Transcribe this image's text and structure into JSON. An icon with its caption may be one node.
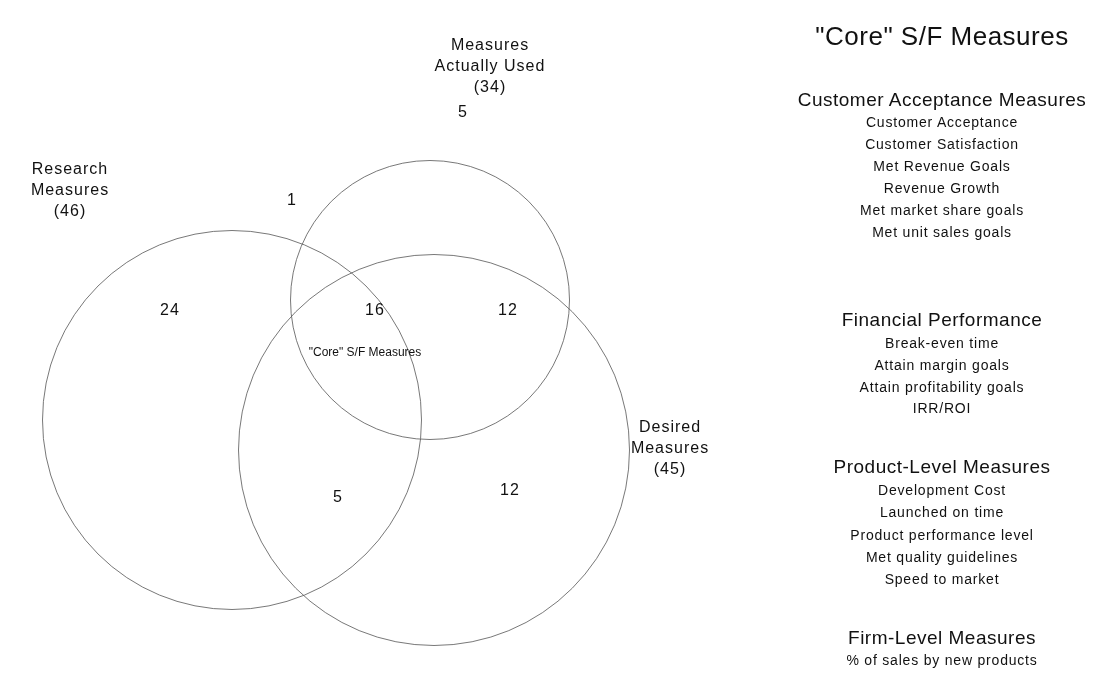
{
  "diagram": {
    "title": "\"Core\" S/F Measures",
    "nodes": [
      {
        "text": [
          "Research Measures (46)"
        ]
      },
      {
        "text": [
          "Measures Actually Used (34)"
        ]
      },
      {
        "text": [
          "Desired Measures (45)"
        ]
      }
    ],
    "edges": [],
    "labels": [
      "5",
      "1",
      "24",
      "16",
      "12",
      "\"Core\" S/F Measures",
      "5",
      "12",
      "Customer Acceptance Measures",
      "Customer Acceptance",
      "Customer Satisfaction",
      "Met Revenue Goals",
      "Revenue Growth",
      "Met market share goals",
      "Met unit sales goals",
      "Financial Performance",
      "Break-even time",
      "Attain margin goals",
      "Attain profitability goals",
      "IRR/ROI",
      "Product-Level Measures",
      "Development Cost",
      "Launched on time",
      "Product performance level",
      "Met quality guidelines",
      "Speed to market",
      "Firm-Level Measures",
      "% of sales by new products"
    ]
  }
}
